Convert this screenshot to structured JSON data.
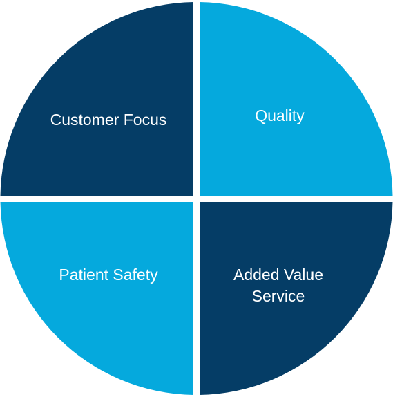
{
  "diagram": {
    "colors": {
      "dark": "#053d66",
      "light": "#05a9dd",
      "divider": "#ffffff",
      "text": "#ffffff"
    },
    "quadrants": {
      "top_left": {
        "label": "Customer Focus",
        "color": "dark"
      },
      "top_right": {
        "label": "Quality",
        "color": "light"
      },
      "bottom_left": {
        "label": "Patient Safety",
        "color": "light"
      },
      "bottom_right": {
        "label_line1": "Added Value",
        "label_line2": "Service",
        "color": "dark"
      }
    }
  }
}
